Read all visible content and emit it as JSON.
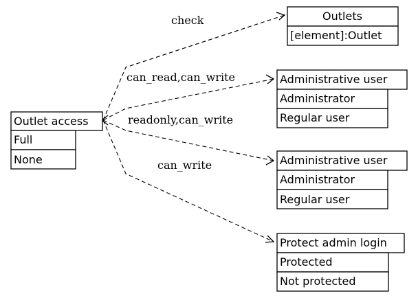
{
  "source_node": {
    "title": "Outlet access",
    "options": [
      "Full",
      "None"
    ]
  },
  "targets": [
    {
      "title": "Outlets",
      "options": [
        "[element]:Outlet"
      ],
      "edge_label": "check"
    },
    {
      "title": "Administrative user",
      "options": [
        "Administrator",
        "Regular user"
      ],
      "edge_label": "can_read,can_write"
    },
    {
      "title": "Administrative user",
      "options": [
        "Administrator",
        "Regular user"
      ],
      "edge_label": "readonly,can_write"
    },
    {
      "title": "Protect admin login",
      "options": [
        "Protected",
        "Not protected"
      ],
      "edge_label": "can_write"
    }
  ],
  "colors": {
    "stroke": "#000000",
    "fill": "#ffffff",
    "text": "#000000"
  }
}
